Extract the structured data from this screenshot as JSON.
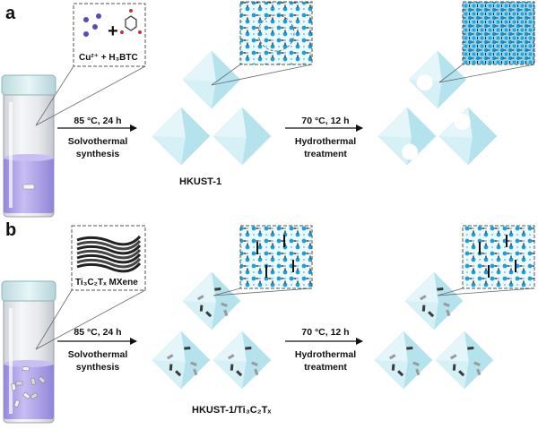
{
  "panel_a": {
    "letter": "a",
    "reagent_plus": "+",
    "reagent_line": "Cu²⁺ + H₃BTC",
    "step1": {
      "temp": "85 °C, 24 h",
      "line1": "Solvothermal",
      "line2": "synthesis"
    },
    "product1": "HKUST-1",
    "step2": {
      "temp": "70 °C, 12 h",
      "line1": "Hydrothermal",
      "line2": "treatment"
    }
  },
  "panel_b": {
    "letter": "b",
    "reagent_line": "Ti₃C₂Tₓ MXene",
    "step1": {
      "temp": "85 °C, 24 h",
      "line1": "Solvothermal",
      "line2": "synthesis"
    },
    "product1": "HKUST-1/Ti₃C₂Tₓ",
    "step2": {
      "temp": "70 °C, 12 h",
      "line1": "Hydrothermal",
      "line2": "treatment"
    }
  },
  "colors": {
    "octahedron_light": "#d6f1f6",
    "octahedron_mid": "#b4e3ee",
    "octahedron_dark": "#9ad6e6",
    "solution_purple": "#a99ce8",
    "vial_cap": "#d8ecee",
    "framework_blue": "#1aa0d8",
    "copper_ion": "#5b4ab8"
  }
}
